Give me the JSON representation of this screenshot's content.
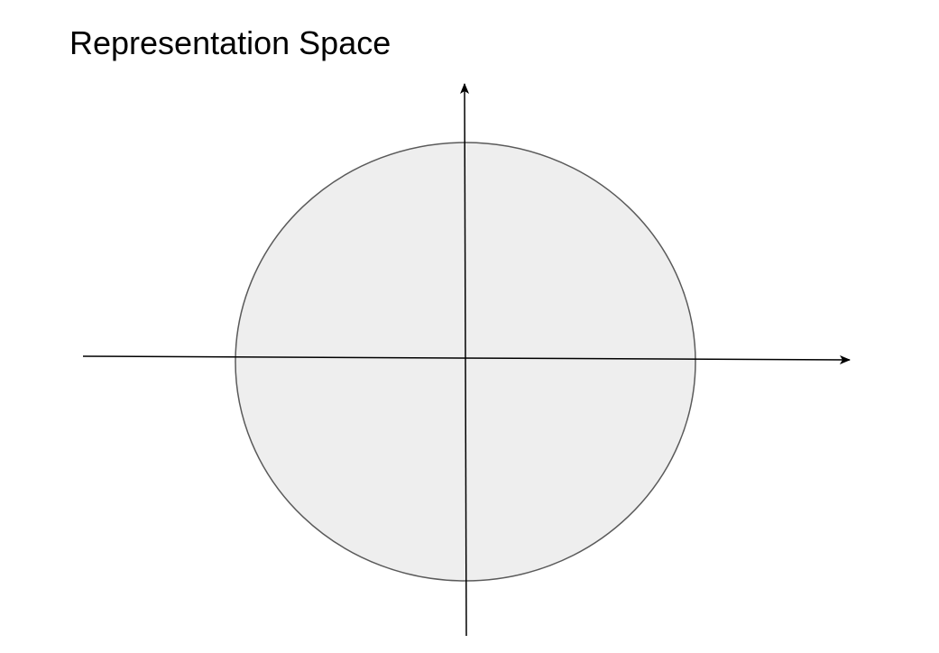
{
  "diagram": {
    "title": "Representation Space",
    "colors": {
      "region_fill": "#eeeeee",
      "region_stroke": "#5a5a5a",
      "axis": "#000000",
      "background": "#ffffff"
    },
    "elements": {
      "region": "ellipse",
      "horizontal_axis": "arrow pointing right",
      "vertical_axis": "arrow pointing up"
    }
  }
}
